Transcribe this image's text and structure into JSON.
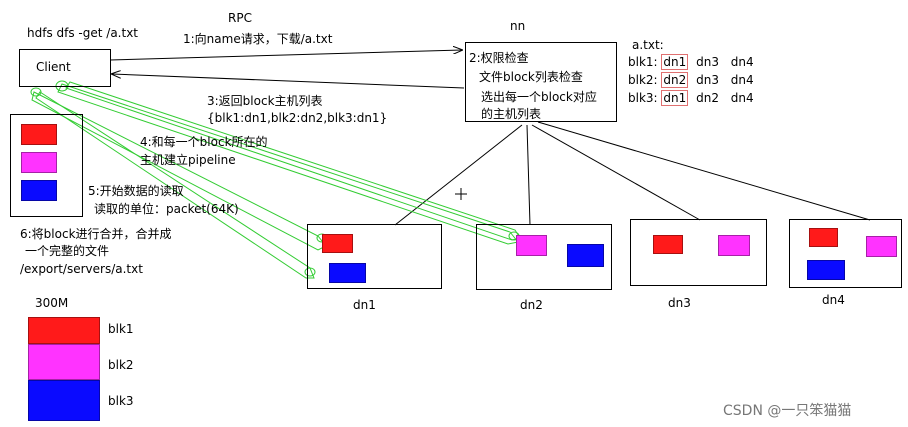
{
  "colors": {
    "red": "#ff1a1a",
    "magenta": "#ff33ff",
    "blue": "#0a0aff",
    "green": "#33cc33",
    "highlight": "#e07070"
  },
  "command": "hdfs dfs -get /a.txt",
  "client": {
    "label": "Client"
  },
  "nn": {
    "label": "nn",
    "lines": [
      "2:权限检查",
      "文件block列表检查",
      "选出每一个block对应",
      "的主机列表"
    ]
  },
  "rpc": {
    "title": "RPC",
    "step1": "1:向name请求，下载/a.txt"
  },
  "steps": {
    "s3": [
      "3:返回block主机列表",
      "{blk1:dn1,blk2:dn2,blk3:dn1}"
    ],
    "s4": [
      "4:和每一个block所在的",
      "主机建立pipeline"
    ],
    "s5": [
      "5:开始数据的读取",
      "读取的单位：packet(64K)"
    ],
    "s6": [
      "6:将block进行合并，合并成",
      "一个完整的文件",
      "/export/servers/a.txt"
    ]
  },
  "file_table": {
    "title": "a.txt:",
    "rows": [
      {
        "blk": "blk1:",
        "nodes": [
          "dn1",
          "dn3",
          "dn4"
        ],
        "highlight": 0
      },
      {
        "blk": "blk2:",
        "nodes": [
          "dn2",
          "dn3",
          "dn4"
        ],
        "highlight": 0
      },
      {
        "blk": "blk3:",
        "nodes": [
          "dn1",
          "dn2",
          "dn4"
        ],
        "highlight": 0
      }
    ]
  },
  "datanodes": [
    "dn1",
    "dn2",
    "dn3",
    "dn4"
  ],
  "legend": {
    "size": "300M",
    "blocks": [
      "blk1",
      "blk2",
      "blk3"
    ]
  },
  "watermark": "CSDN @一只笨猫猫"
}
